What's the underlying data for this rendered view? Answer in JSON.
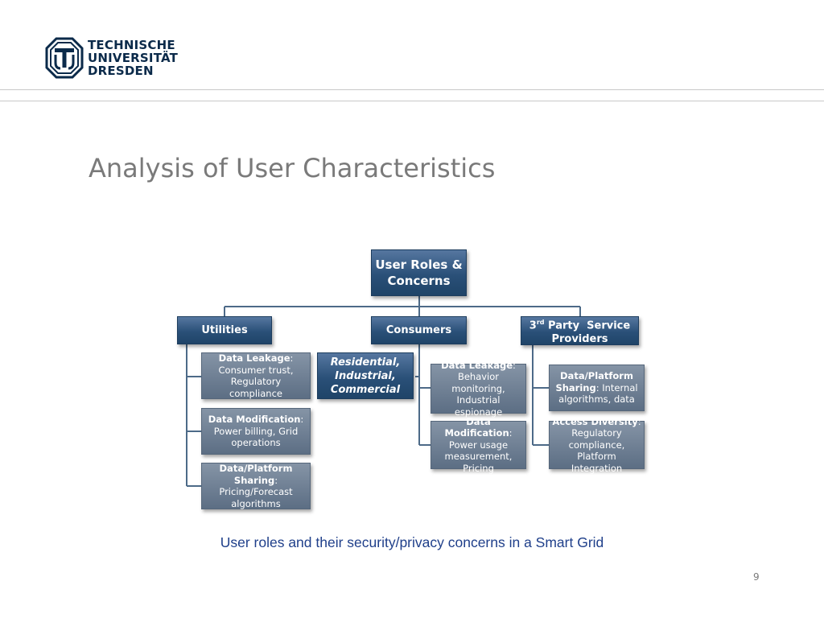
{
  "header": {
    "logo_lines": [
      "TECHNISCHE",
      "UNIVERSITÄT",
      "DRESDEN"
    ]
  },
  "slide": {
    "title": "Analysis of User Characteristics",
    "caption": "User roles and their security/privacy concerns in a Smart Grid",
    "page_number": "9"
  },
  "diagram": {
    "root": {
      "line1": "User Roles &",
      "line2": "Concerns"
    },
    "utilities": {
      "label": "Utilities",
      "concerns": [
        {
          "term": "Data Leakage",
          "sep": ":",
          "desc": "Consumer trust, Regulatory compliance"
        },
        {
          "term": "Data Modification",
          "sep": ":",
          "desc": "Power billing, Grid operations"
        },
        {
          "term": "Data/Platform Sharing",
          "sep": ":",
          "desc": "Pricing/Forecast algorithms"
        }
      ]
    },
    "consumers": {
      "label": "Consumers",
      "types": {
        "line1": "Residential,",
        "line2": "Industrial,",
        "line3": "Commercial"
      },
      "concerns": [
        {
          "term": "Data Leakage",
          "sep": ":",
          "desc": "Behavior monitoring, Industrial espionage"
        },
        {
          "term": "Data Modification",
          "sep": ":",
          "desc": "Power usage measurement, Pricing"
        }
      ]
    },
    "third_party": {
      "prefix": "3",
      "superscript": "rd",
      "line1_rest": " Party  Service",
      "line2": "Providers",
      "concerns": [
        {
          "term_line1": "Data/Platform",
          "term_line2": "Sharing",
          "sep": ":",
          "desc": " Internal algorithms, data"
        },
        {
          "term": "Access Diversity",
          "sep": ":",
          "desc": "Regulatory compliance, Platform Integration"
        }
      ]
    },
    "colors": {
      "dark_box": "#2a5078",
      "leaf_box": "#6f7f93",
      "connector": "#4d6a88",
      "caption": "#1f3f8a"
    }
  }
}
